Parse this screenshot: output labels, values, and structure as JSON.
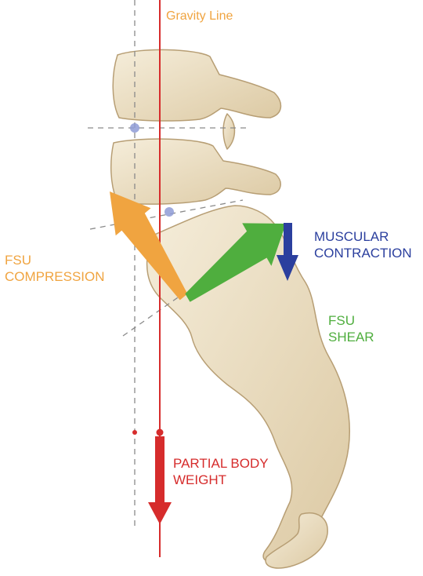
{
  "labels": {
    "gravity_line": "Gravity Line",
    "fsu_compression": [
      "FSU",
      "COMPRESSION"
    ],
    "muscular_contraction": [
      "MUSCULAR",
      "CONTRACTION"
    ],
    "fsu_shear": [
      "FSU",
      "SHEAR"
    ],
    "partial_body_weight": [
      "PARTIAL BODY",
      "WEIGHT"
    ]
  },
  "colors": {
    "gravity": "#D62C2C",
    "compression": "#F0A440",
    "muscular": "#2B3F9E",
    "shear": "#4FAE3E",
    "bone_fill": "#EDE0C4",
    "bone_stroke": "#B79E74",
    "guide_line": "#8A8A8A",
    "center_dot": "#8E9BD6"
  },
  "icons": {
    "compression_arrow": "arrow-up-left-icon",
    "shear_arrow": "arrow-up-right-icon",
    "muscle_arrow": "arrow-down-icon",
    "weight_arrow": "arrow-down-icon"
  }
}
